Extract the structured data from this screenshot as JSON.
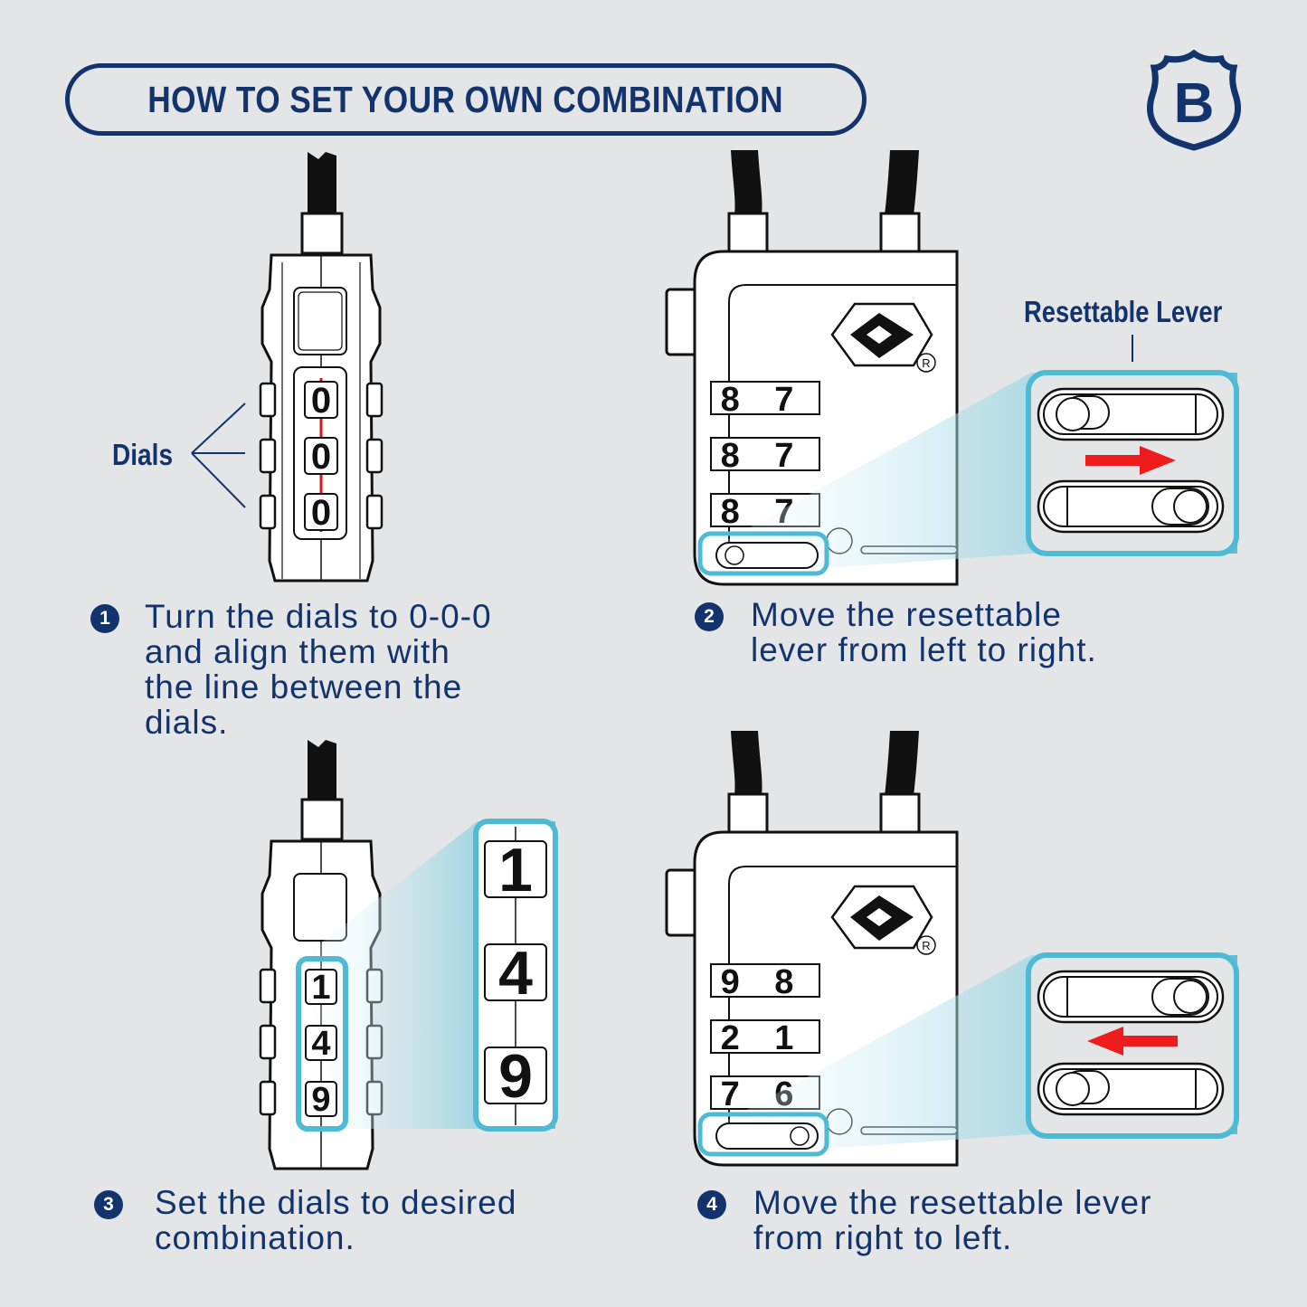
{
  "header": {
    "title": "HOW TO SET YOUR OWN COMBINATION",
    "brand_letter": "B",
    "brand_icon": "shield-logo-icon"
  },
  "colors": {
    "navy": "#12336b",
    "background": "#e4e5e7",
    "callout_cyan": "#4fbad3",
    "arrow_red": "#ee1c1c",
    "dial_marker_red": "#d9141a"
  },
  "labels": {
    "dials": "Dials",
    "resettable_lever": "Resettable Lever"
  },
  "steps": [
    {
      "number": "1",
      "text": "Turn the dials to 0-0-0\nand align them with\nthe line between the\ndials."
    },
    {
      "number": "2",
      "text": "Move the resettable\nlever from left to right."
    },
    {
      "number": "3",
      "text": "Set the dials to desired\ncombination."
    },
    {
      "number": "4",
      "text": "Move the resettable lever\nfrom right to left."
    }
  ],
  "illustrations": {
    "step1_dials": [
      "0",
      "0",
      "0"
    ],
    "step2_dials": [
      "8 7",
      "8 7",
      "8 7"
    ],
    "step2_arrow": "right-arrow-icon",
    "step3_dials": [
      "1",
      "4",
      "9"
    ],
    "step4_dials": [
      "9 8",
      "2 1",
      "7 6"
    ],
    "step4_arrow": "left-arrow-icon",
    "registered_mark": "R"
  }
}
